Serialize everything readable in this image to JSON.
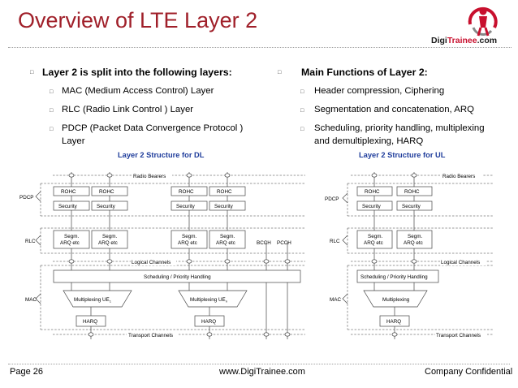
{
  "header": {
    "title": "Overview of LTE Layer 2",
    "logo": {
      "brand_a": "Digi",
      "brand_b": "Trainee",
      "brand_c": ".com",
      "accent": "#c8102e"
    }
  },
  "left_column": {
    "heading": "Layer 2 is split into the following layers:",
    "items": [
      {
        "text": "MAC (Medium Access Control) Layer"
      },
      {
        "text": "RLC (Radio Link Control ) Layer"
      },
      {
        "text": "PDCP (Packet Data Convergence Protocol )",
        "text2": "Layer"
      }
    ]
  },
  "right_column": {
    "heading": "Main Functions of Layer 2:",
    "items": [
      {
        "text": "Header compression, Ciphering"
      },
      {
        "text": "Segmentation and concatenation, ARQ"
      },
      {
        "text": "Scheduling, priority handling, multiplexing",
        "text2": "and demultiplexing, HARQ"
      }
    ]
  },
  "dl_diagram": {
    "title": "Layer 2 Structure for DL",
    "radio_bearers": "Radio Bearers",
    "pdcp_label": "PDCP",
    "rlc_label": "RLC",
    "mac_label": "MAC",
    "rohc": "ROHC",
    "security": "Security",
    "segm": "Segm.",
    "arq": "ARQ etc",
    "bcch": "BCCH",
    "pcch": "PCCH",
    "logical_channels": "Logical Channels",
    "scheduling": "Scheduling / Priority Handling",
    "mux1": "Multiplexing UE",
    "mux1_sub": "1",
    "mux2": "Multiplexing UE",
    "mux2_sub": "n",
    "harq": "HARQ",
    "transport_channels": "Transport Channels"
  },
  "ul_diagram": {
    "title": "Layer 2 Structure for UL",
    "radio_bearers": "Radio Bearers",
    "pdcp_label": "PDCP",
    "rlc_label": "RLC",
    "mac_label": "MAC",
    "rohc": "ROHC",
    "security": "Security",
    "segm": "Segm.",
    "arq": "ARQ etc",
    "logical_channels": "Logical Channels",
    "scheduling": "Scheduling / Priority Handling",
    "mux": "Multiplexing",
    "harq": "HARQ",
    "transport_channels": "Transport Channels"
  },
  "footer": {
    "page": "Page 26",
    "url": "www.DigiTrainee.com",
    "confidential": "Company Confidential"
  }
}
